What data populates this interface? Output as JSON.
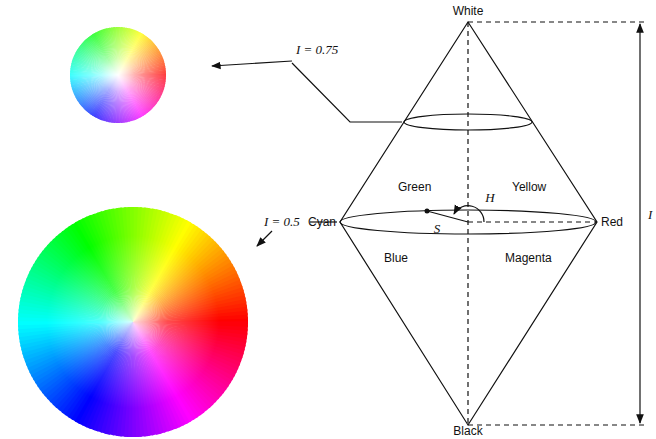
{
  "diagram": {
    "labels": [
      "White",
      "I = 0.75",
      "I = 0.5",
      "Green",
      "Yellow",
      "Cyan",
      "Red",
      "H",
      "S",
      "Blue",
      "Magenta",
      "Black",
      "I"
    ]
  }
}
